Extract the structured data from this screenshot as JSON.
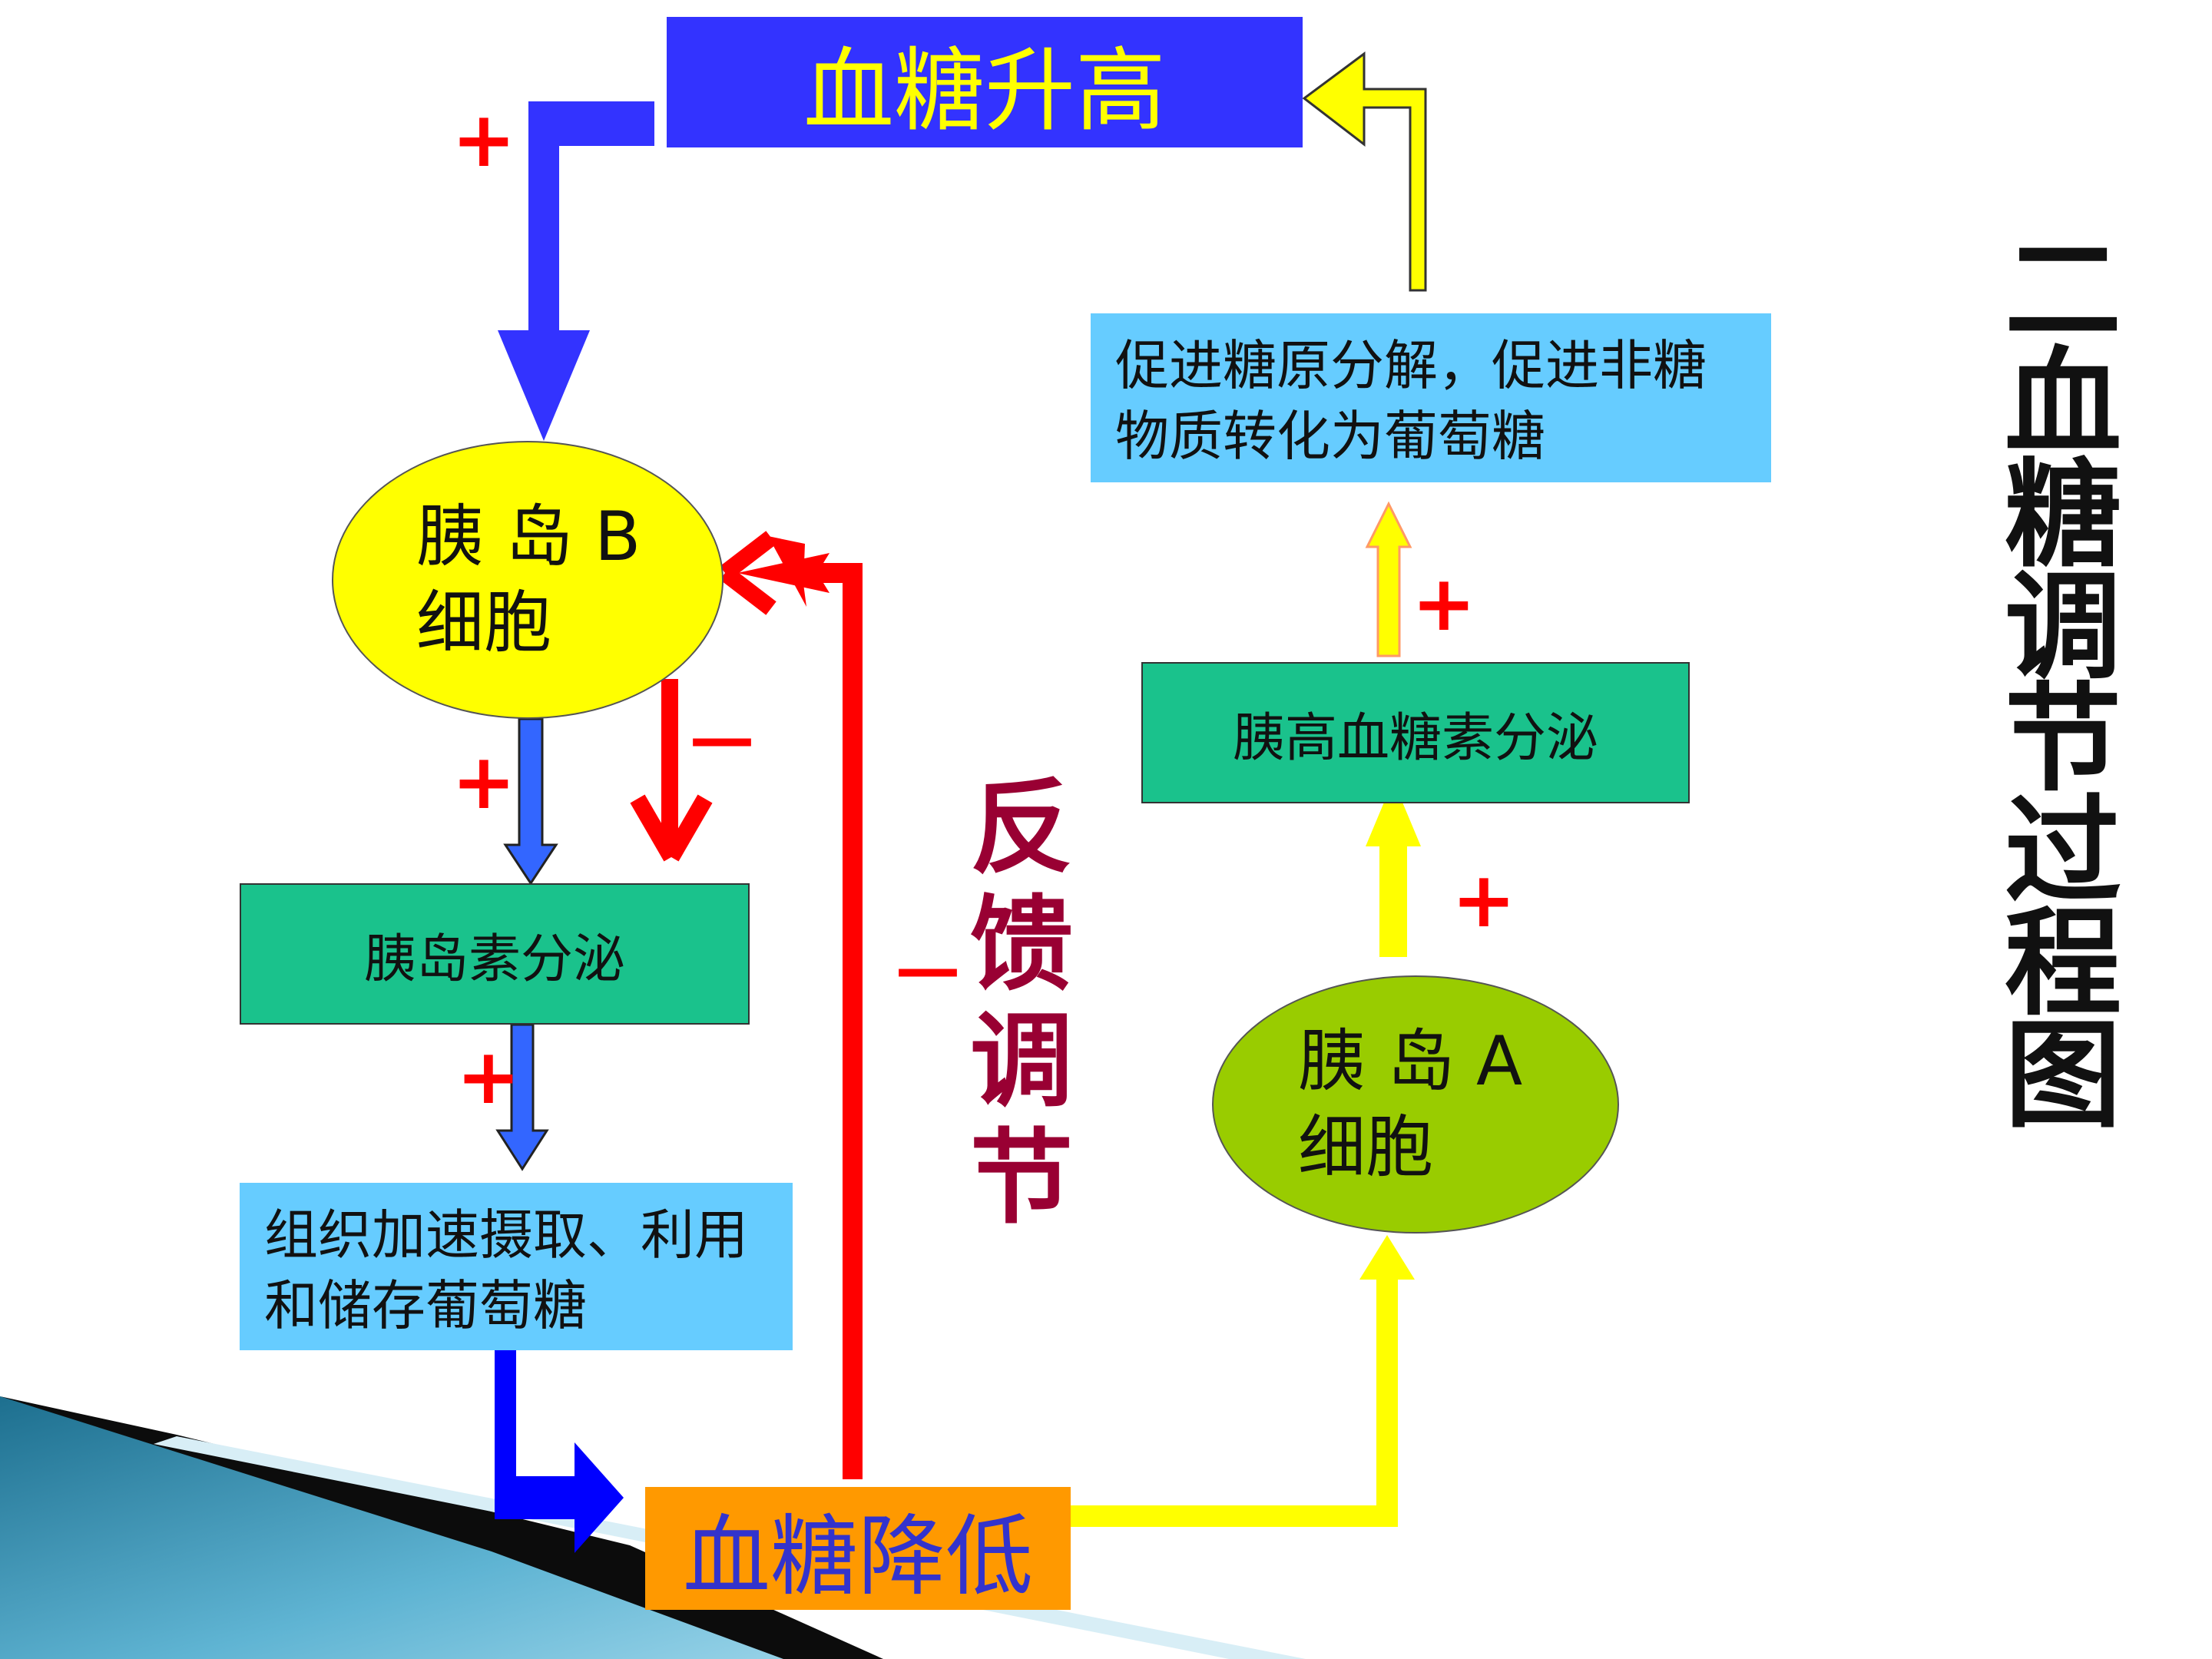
{
  "nodes": {
    "top": "血糖升高",
    "bottom": "血糖降低",
    "cell_b_line1": "胰 岛 B",
    "cell_b_line2": "细胞",
    "cell_a_line1": "胰 岛 A",
    "cell_a_line2": "细胞",
    "insulin": "胰岛素分泌",
    "glucagon": "胰高血糖素分泌",
    "tissue_line1": "组织加速摄取、利用",
    "tissue_line2": "和储存葡萄糖",
    "glyco_line1": "促进糖原分解，促进非糖",
    "glyco_line2": "物质转化为葡萄糖"
  },
  "signs": {
    "plus": "+",
    "minus": "－"
  },
  "feedback_label": [
    "反",
    "馈",
    "调",
    "节"
  ],
  "title_vertical": [
    "二",
    "血",
    "糖",
    "调",
    "节",
    "过",
    "程",
    "图"
  ],
  "colors": {
    "top_bg": "#3333ff",
    "top_text": "#ffff00",
    "bottom_bg": "#ff9900",
    "bottom_text": "#3333cc",
    "secretion_bg": "#1ac28c",
    "effect_bg": "#66ccff",
    "cell_b": "#ffff00",
    "cell_a": "#99cc00",
    "arrow_blue": "#3333ff",
    "arrow_yellow": "#ffff00",
    "arrow_red": "#ff0000",
    "feedback_text": "#990033"
  }
}
